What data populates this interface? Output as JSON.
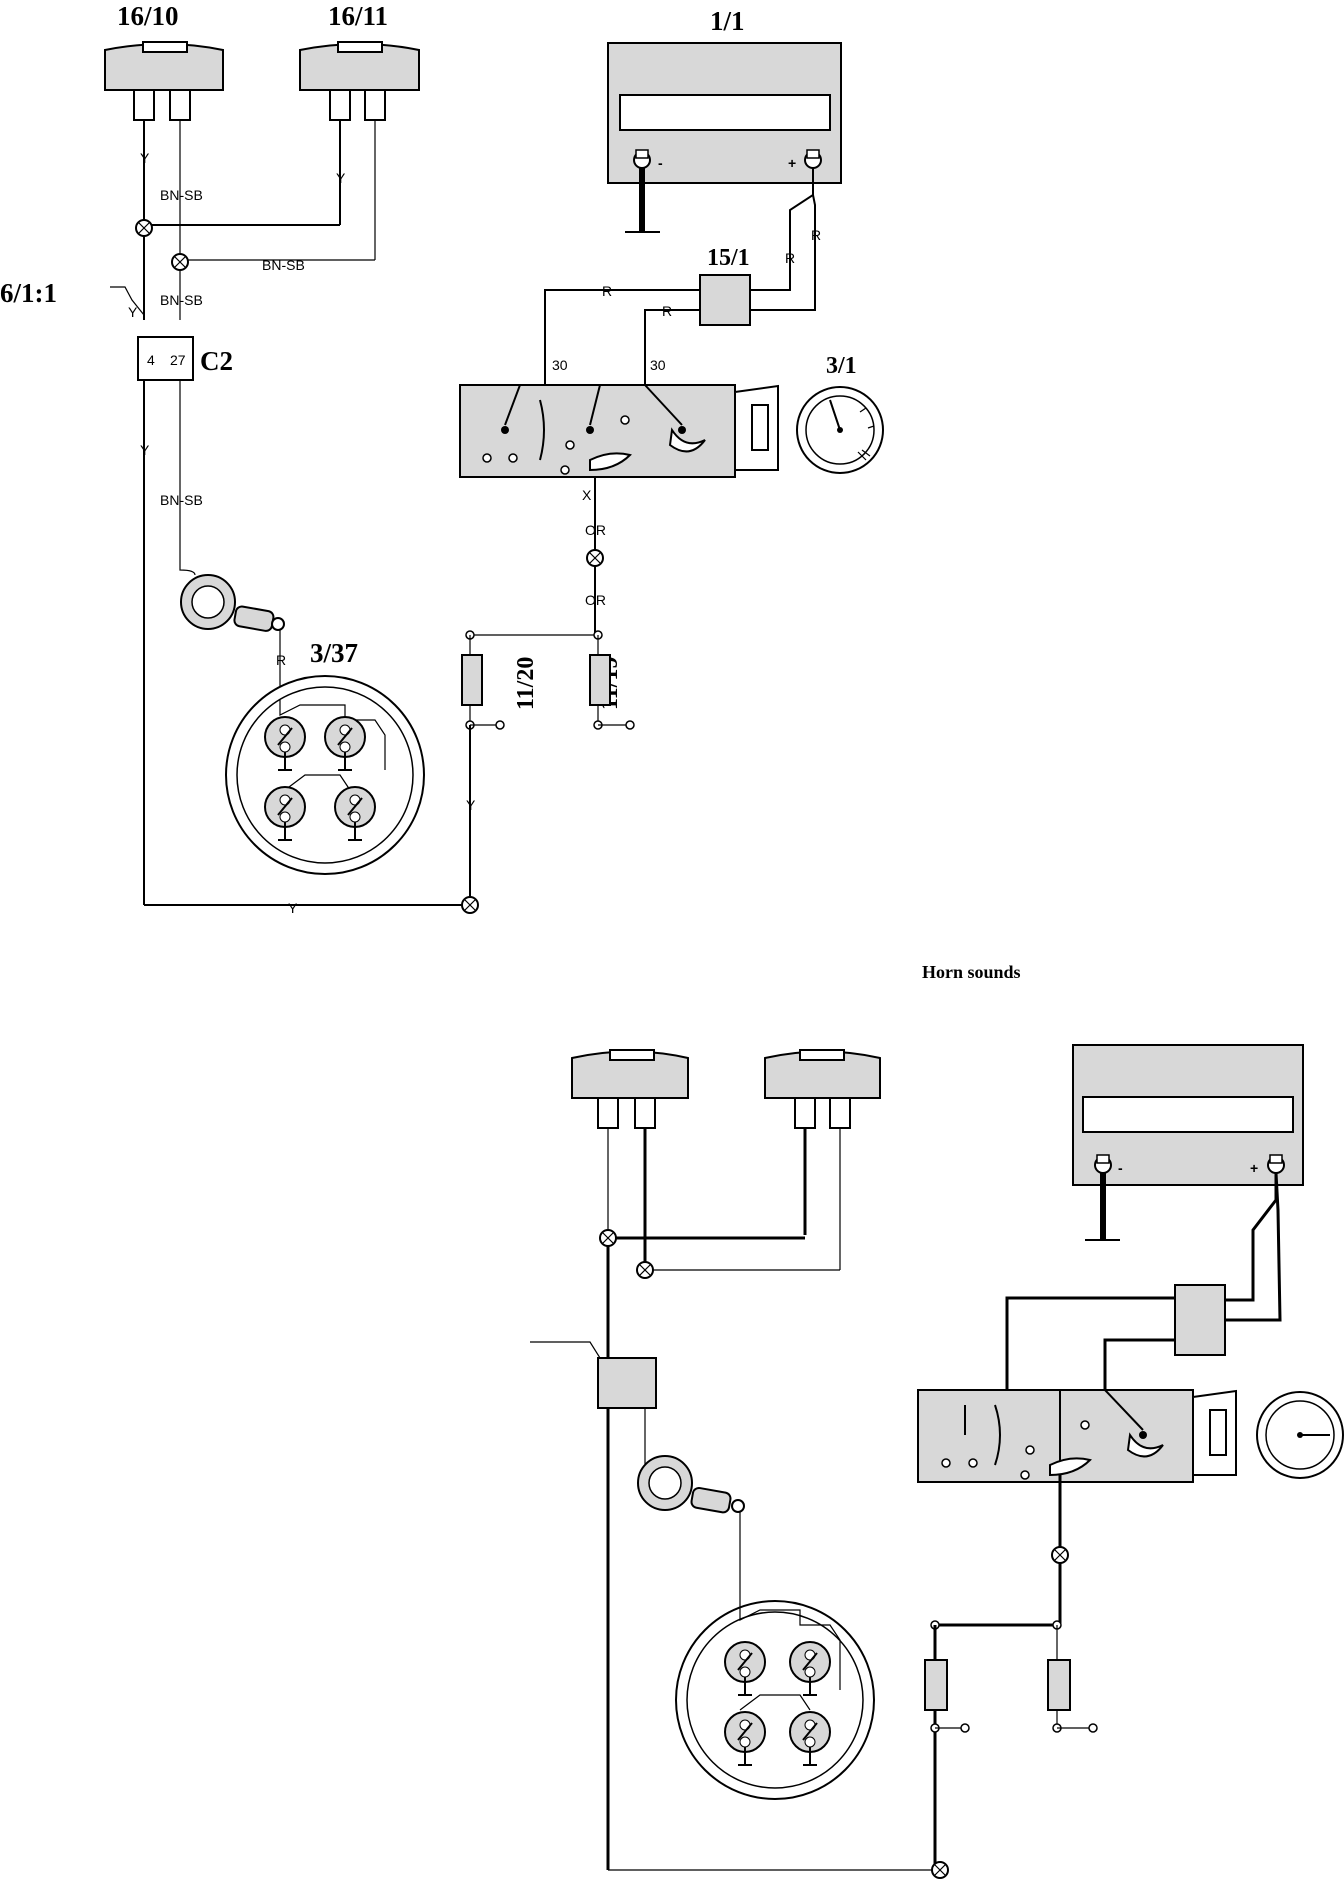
{
  "title": "Horn sounds",
  "components": {
    "c_16_10": "16/10",
    "c_16_11": "16/11",
    "c_1_1": "1/1",
    "c_15_1": "15/1",
    "c_3_1": "3/1",
    "c_6_1_1": "6/1:1",
    "c_c2": "C2",
    "c_3_37": "3/37",
    "c_11_20": "11/20",
    "c_11_19": "11/19"
  },
  "connector_pins": {
    "pin_4": "4",
    "pin_27": "27"
  },
  "terminals": {
    "t30_a": "30",
    "t30_b": "30",
    "tx": "X",
    "minus": "-",
    "plus": "+"
  },
  "wire_colors": {
    "y_16_10": "Y",
    "bnsb_top": "BN-SB",
    "y_16_11": "Y",
    "bnsb_mid": "BN-SB",
    "bnsb_low": "BN-SB",
    "y_6_1_1": "Y",
    "y_below_c2": "Y",
    "bnsb_below_c2": "BN-SB",
    "r_horn": "R",
    "r_15_1_a": "R",
    "r_15_1_b": "R",
    "r_15_1_c": "R",
    "r_15_1_d": "R",
    "or_upper": "OR",
    "or_lower": "OR",
    "y_fuse": "Y",
    "y_bottom": "Y"
  }
}
